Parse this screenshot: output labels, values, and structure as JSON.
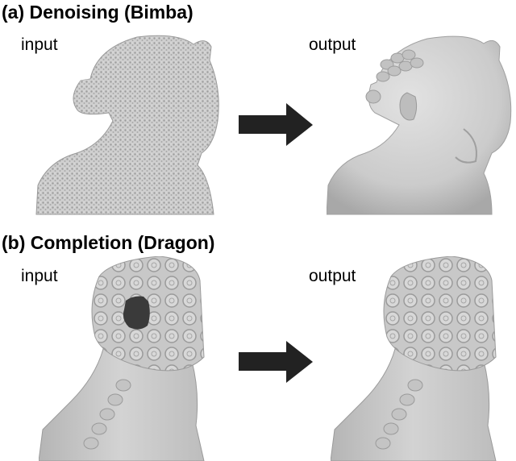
{
  "figure": {
    "panels": [
      {
        "id": "a",
        "title": "(a) Denoising (Bimba)",
        "input_label": "input",
        "output_label": "output",
        "input_render": "noisy-bimba-bust-mesh",
        "output_render": "smooth-bimba-bust-mesh",
        "arrow_icon": "right-arrow-icon"
      },
      {
        "id": "b",
        "title": "(b) Completion (Dragon)",
        "input_label": "input",
        "output_label": "output",
        "input_render": "dragon-mesh-with-hole",
        "output_render": "completed-dragon-mesh",
        "arrow_icon": "right-arrow-icon"
      }
    ],
    "colors": {
      "background": "#ffffff",
      "arrow": "#222222",
      "mesh_fill": "#c9c9c9",
      "mesh_shade": "#9a9a9a",
      "hole": "#3a3a3a",
      "text": "#000000"
    }
  }
}
